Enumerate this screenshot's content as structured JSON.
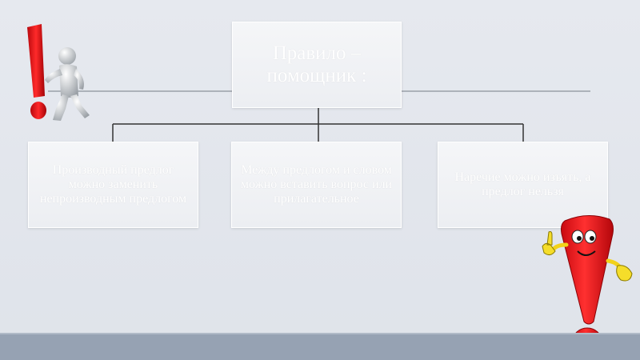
{
  "diagram": {
    "root": {
      "label": "Правило – помощник :"
    },
    "children": [
      {
        "label": "Производный предлог можно заменить непроизводным предлогом"
      },
      {
        "label": "Между предлогом и словом можно вставить вопрос или прилагательное"
      },
      {
        "label": "Наречие можно изъять, а предлог нельзя"
      }
    ]
  },
  "colors": {
    "background": "#e4e7ee",
    "box_fill": "#f2f3f6",
    "box_text": "#ffffff",
    "connector": "#3a3a3a",
    "exclamation_red": "#e8141a",
    "bottom_band": "#96a2b3"
  },
  "decorations": {
    "left": "exclamation-figure-icon",
    "right": "exclamation-character-icon"
  }
}
